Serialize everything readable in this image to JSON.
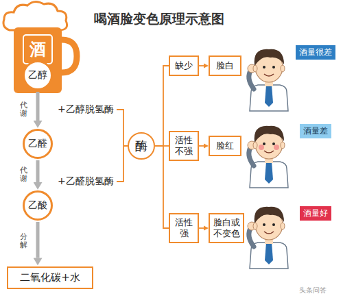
{
  "diagram": {
    "title": "喝酒脸变色原理示意图",
    "nodes": [
      {
        "text": [
          "酒"
        ]
      },
      {
        "text": [
          "乙醇"
        ]
      },
      {
        "text": [
          "乙醛"
        ]
      },
      {
        "text": [
          "乙酸"
        ]
      },
      {
        "text": [
          "二氧化碳+水"
        ]
      },
      {
        "text": [
          "酶"
        ]
      },
      {
        "text": [
          "缺少"
        ]
      },
      {
        "text": [
          "活性不强"
        ]
      },
      {
        "text": [
          "活性强"
        ]
      },
      {
        "text": [
          "脸白"
        ]
      },
      {
        "text": [
          "脸红"
        ]
      },
      {
        "text": [
          "脸白或不变色"
        ]
      },
      {
        "text": [
          "酒量很差"
        ]
      },
      {
        "text": [
          "酒量差"
        ]
      },
      {
        "text": [
          "酒量好"
        ]
      }
    ],
    "edges": [
      {
        "from": 1,
        "to": 2,
        "label": "代谢",
        "arrow": "to"
      },
      {
        "from": 2,
        "to": 3,
        "label": "代谢",
        "arrow": "to"
      },
      {
        "from": 3,
        "to": 4,
        "label": "分解",
        "arrow": "to"
      },
      {
        "from": 5,
        "to": 6,
        "arrow": "none"
      },
      {
        "from": 5,
        "to": 7,
        "arrow": "none"
      },
      {
        "from": 5,
        "to": 8,
        "arrow": "none"
      },
      {
        "from": 6,
        "to": 9,
        "arrow": "to"
      },
      {
        "from": 7,
        "to": 10,
        "arrow": "to"
      },
      {
        "from": 8,
        "to": 11,
        "arrow": "to"
      }
    ],
    "labels": [
      "+乙醇脱氢酶",
      "+乙醛脱氢酶",
      "头条问答"
    ]
  }
}
